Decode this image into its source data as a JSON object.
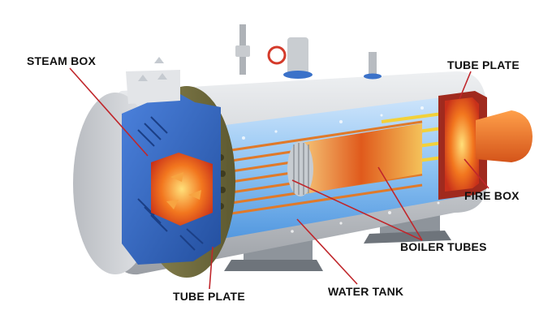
{
  "labels": {
    "steam_box": "STEAM BOX",
    "tube_plate_top": "TUBE PLATE",
    "fire_box": "FIRE BOX",
    "boiler_tubes": "BOILER TUBES",
    "water_tank": "WATER TANK",
    "tube_plate_bottom": "TUBE PLATE"
  },
  "colors": {
    "leader_line": "#c0262b",
    "shell": "#d7d9dc",
    "water": "#5b9fe0",
    "steam_box": "#2f62c2",
    "tube_plate": "#6f6a3a",
    "fire": "#e8501f",
    "burner": "#f07a24"
  }
}
